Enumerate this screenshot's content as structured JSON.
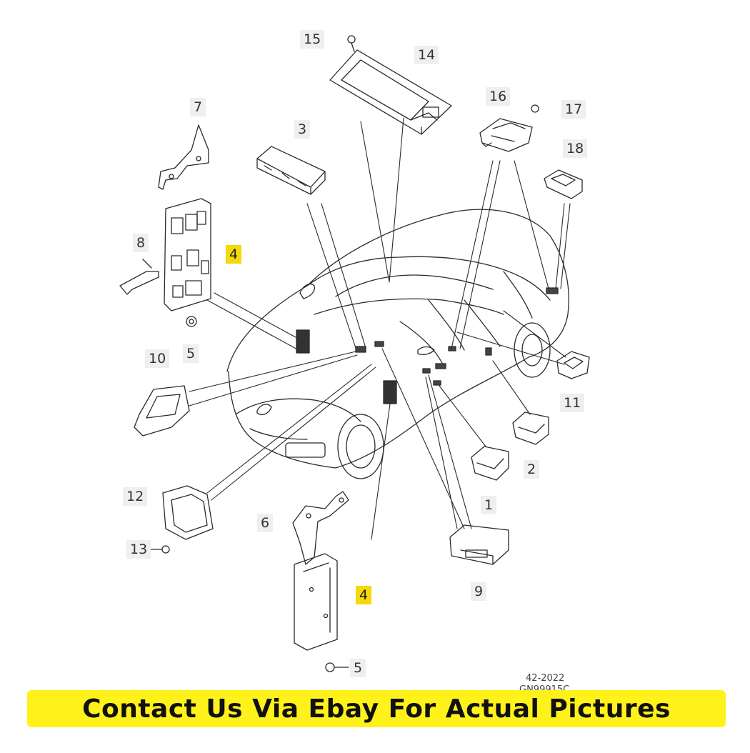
{
  "callouts": {
    "c1": "1",
    "c2": "2",
    "c3": "3",
    "c4a": "4",
    "c4b": "4",
    "c5a": "5",
    "c5b": "5",
    "c6": "6",
    "c7": "7",
    "c8": "8",
    "c9": "9",
    "c10": "10",
    "c11": "11",
    "c12": "12",
    "c13": "13",
    "c14": "14",
    "c15": "15",
    "c16": "16",
    "c17": "17",
    "c18": "18"
  },
  "reference": {
    "line1": "42-2022",
    "line2": "GN99915C"
  },
  "banner": {
    "text": "Contact Us Via Ebay For Actual Pictures"
  },
  "colors": {
    "highlight": "#f5d90a",
    "banner": "#fff21a",
    "line": "#2a2a2a"
  }
}
